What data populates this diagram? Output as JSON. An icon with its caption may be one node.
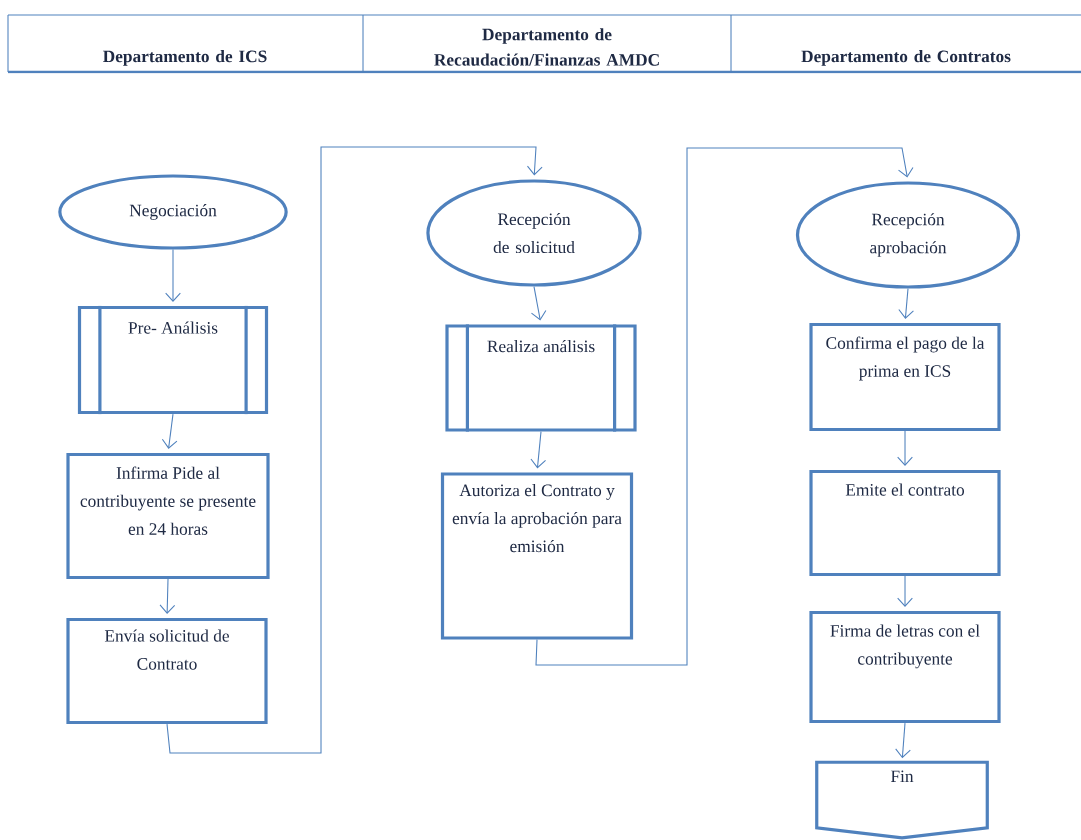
{
  "diagram": {
    "nodes": [
      {
        "text": [
          "Negociación"
        ]
      },
      {
        "text": [
          "Pre- Análisis"
        ]
      },
      {
        "text": [
          "Infirma Pide al contribuyente se presente en 24 horas"
        ]
      },
      {
        "text": [
          "Envía solicitud de Contrato"
        ]
      },
      {
        "text": [
          "Recepción de solicitud"
        ]
      },
      {
        "text": [
          "Realiza análisis"
        ]
      },
      {
        "text": [
          "Autoriza el Contrato y envía la aprobación para emisión"
        ]
      },
      {
        "text": [
          "Recepción aprobación"
        ]
      },
      {
        "text": [
          "Confirma el pago de la prima en ICS"
        ]
      },
      {
        "text": [
          "Emite el contrato"
        ]
      },
      {
        "text": [
          "Firma de letras con el contribuyente"
        ]
      },
      {
        "text": [
          "Fin"
        ]
      }
    ],
    "edges": [
      {
        "from": 0,
        "to": 1,
        "arrow": "to"
      },
      {
        "from": 1,
        "to": 2,
        "arrow": "to"
      },
      {
        "from": 2,
        "to": 3,
        "arrow": "to"
      },
      {
        "from": 3,
        "to": 4,
        "arrow": "to"
      },
      {
        "from": 4,
        "to": 5,
        "arrow": "to"
      },
      {
        "from": 5,
        "to": 6,
        "arrow": "to"
      },
      {
        "from": 6,
        "to": 7,
        "arrow": "to"
      },
      {
        "from": 7,
        "to": 8,
        "arrow": "to"
      },
      {
        "from": 8,
        "to": 9,
        "arrow": "to"
      },
      {
        "from": 9,
        "to": 10,
        "arrow": "to"
      },
      {
        "from": 10,
        "to": 11,
        "arrow": "to"
      }
    ],
    "labels": [
      "Departamento de ICS",
      "Departamento de Recaudación/Finanzas AMDC",
      "Departamento de Contratos"
    ]
  }
}
